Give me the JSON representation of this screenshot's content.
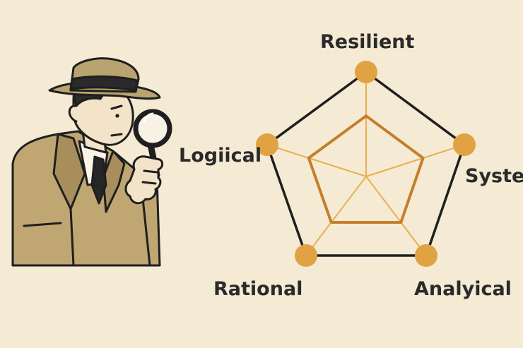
{
  "colors": {
    "background": "#f5ead4",
    "outline": "#1f1f1f",
    "accent": "#e0a243",
    "accent_dark": "#c47f2c",
    "spoke": "#e7b04e",
    "coat": "#bfa672",
    "coat_shadow": "#a88e5c",
    "hat": "#b9a470",
    "hat_band": "#2a2a2a",
    "skin": "#f3e3c9"
  },
  "illustration": {
    "subject": "detective-with-magnifying-glass",
    "icon": "detective-icon"
  },
  "chart_data": {
    "type": "radar",
    "axes": [
      "Resilient",
      "Systematic",
      "Analyical",
      "Rational",
      "Logiical"
    ],
    "labels": {
      "resilient": "Resilient",
      "systematic": "Systematic",
      "analytical": "Analyical",
      "rational": "Rational",
      "logical": "Logiical"
    },
    "series": [
      {
        "values": [
          0.58,
          0.58,
          0.58,
          0.58,
          0.58
        ]
      }
    ],
    "range": [
      0,
      1
    ],
    "grid": false,
    "legend": "none"
  }
}
